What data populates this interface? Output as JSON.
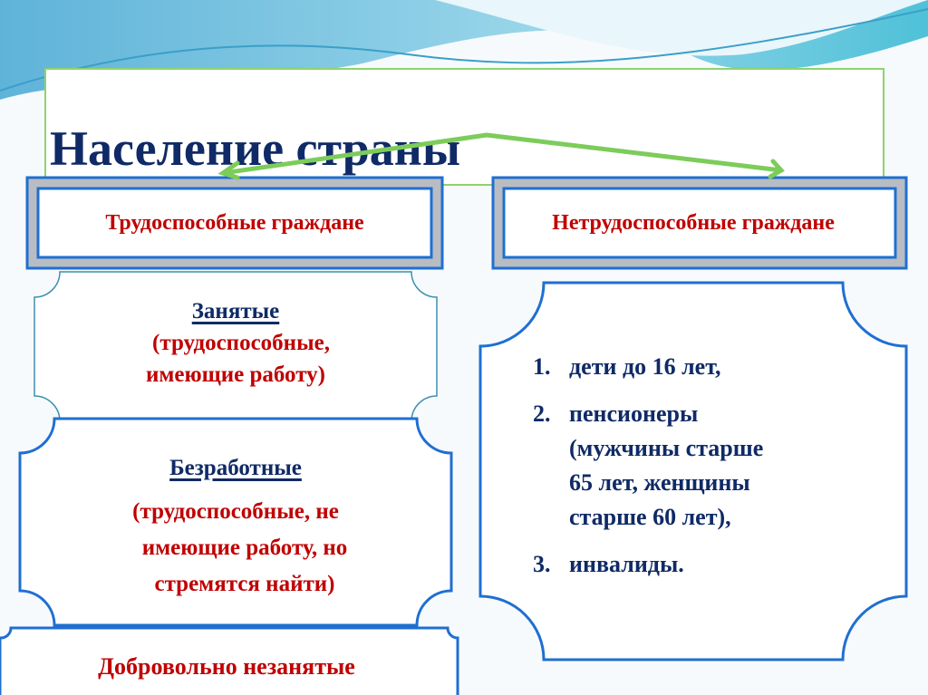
{
  "title": "Население страны",
  "colors": {
    "title": "#0f2a66",
    "accent_red": "#c00000",
    "frame_blue": "#1f6fd1",
    "arrow_green": "#7ccc5a",
    "title_border": "#8fd26e"
  },
  "left_header": "Трудоспособные граждане",
  "right_header": "Нетрудоспособные граждане",
  "employed": {
    "heading": "Занятые",
    "desc_lines": [
      "(трудоспособные,",
      "имеющие работу)"
    ]
  },
  "unemployed": {
    "heading": "Безработные",
    "desc_lines": [
      "(трудоспособные, не",
      "имеющие работу, но",
      "стремятся найти)"
    ]
  },
  "voluntary": {
    "heading": "Добровольно незанятые"
  },
  "disabled_list": [
    {
      "num": "1.",
      "lines": [
        "дети  до 16 лет,"
      ]
    },
    {
      "num": "2.",
      "lines": [
        "пенсионеры",
        "(мужчины старше",
        "65 лет,  женщины",
        "старше 60 лет),"
      ]
    },
    {
      "num": "3.",
      "lines": [
        "инвалиды."
      ]
    }
  ]
}
